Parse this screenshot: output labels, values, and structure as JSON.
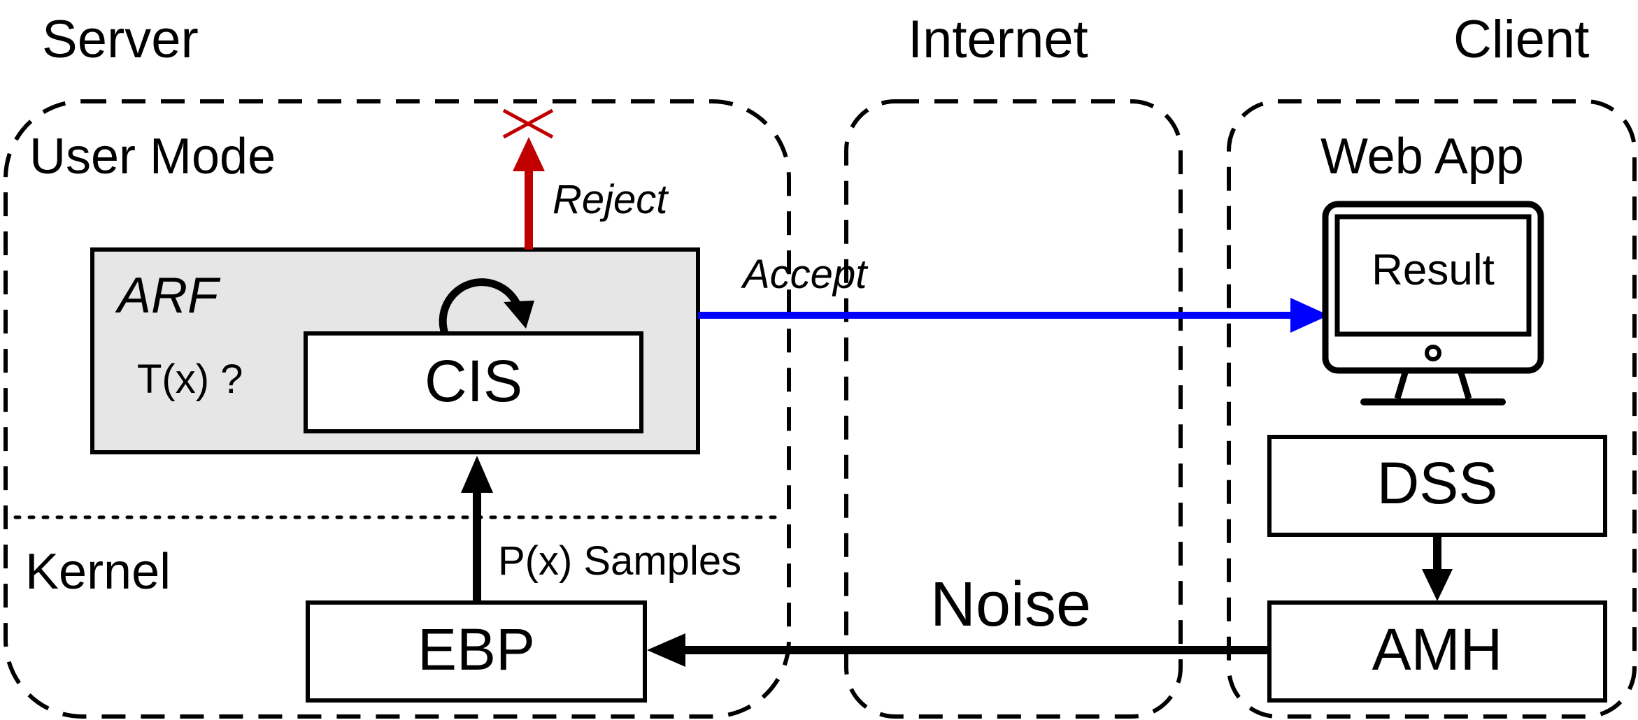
{
  "regions": {
    "server": "Server",
    "internet": "Internet",
    "client": "Client"
  },
  "server": {
    "user_mode": "User Mode",
    "kernel": "Kernel",
    "arf": {
      "label": "ARF",
      "fill": "#e6e6e6",
      "condition": "T(x) ?"
    },
    "cis": "CIS",
    "ebp": "EBP",
    "samples_label": "P(x) Samples"
  },
  "client": {
    "web_app": "Web App",
    "result": "Result",
    "dss": "DSS",
    "amh": "AMH"
  },
  "flows": {
    "reject": {
      "label": "Reject",
      "color": "#c00000"
    },
    "accept": {
      "label": "Accept",
      "color": "#0000ff"
    },
    "noise": {
      "label": "Noise"
    }
  }
}
